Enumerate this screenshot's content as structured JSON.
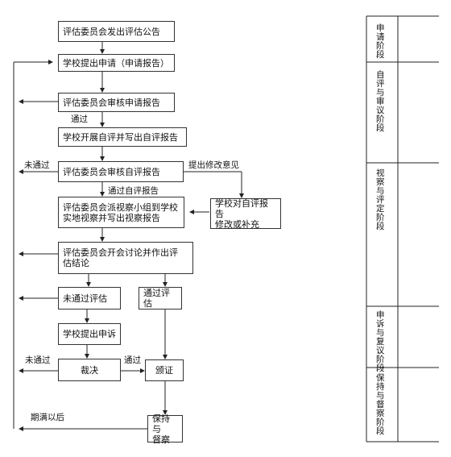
{
  "flow": {
    "steps": {
      "s1": "评估委员会发出评估公告",
      "s2": "学校提出申请（申请报告）",
      "s3": "评估委员会审核申请报告",
      "s4": "学校开展自评并写出自评报告",
      "s5": "评估委员会审核自评报告",
      "s6": "评估委员会派视察小组到学校\n实地视察并写出视察报告",
      "s7": "学校对自评报告\n修改或补充",
      "s8": "评估委员会开会讨论并作出评\n估结论",
      "s9": "未通过评估",
      "s10": "通过评估",
      "s11": "学校提出申诉",
      "s12": "裁决",
      "s13": "颁证",
      "s14": "保持与\n督察"
    },
    "labels": {
      "pass1": "通过",
      "fail1": "未通过",
      "revise": "提出修改意见",
      "pass2": "通过自评报告",
      "fail2": "未通过",
      "pass3": "通过",
      "expire": "期满以后"
    }
  },
  "stages": [
    "申请阶段",
    "自评与审议阶段",
    "视察与评定阶段",
    "申诉与复议阶段",
    "保持与督察阶段"
  ]
}
